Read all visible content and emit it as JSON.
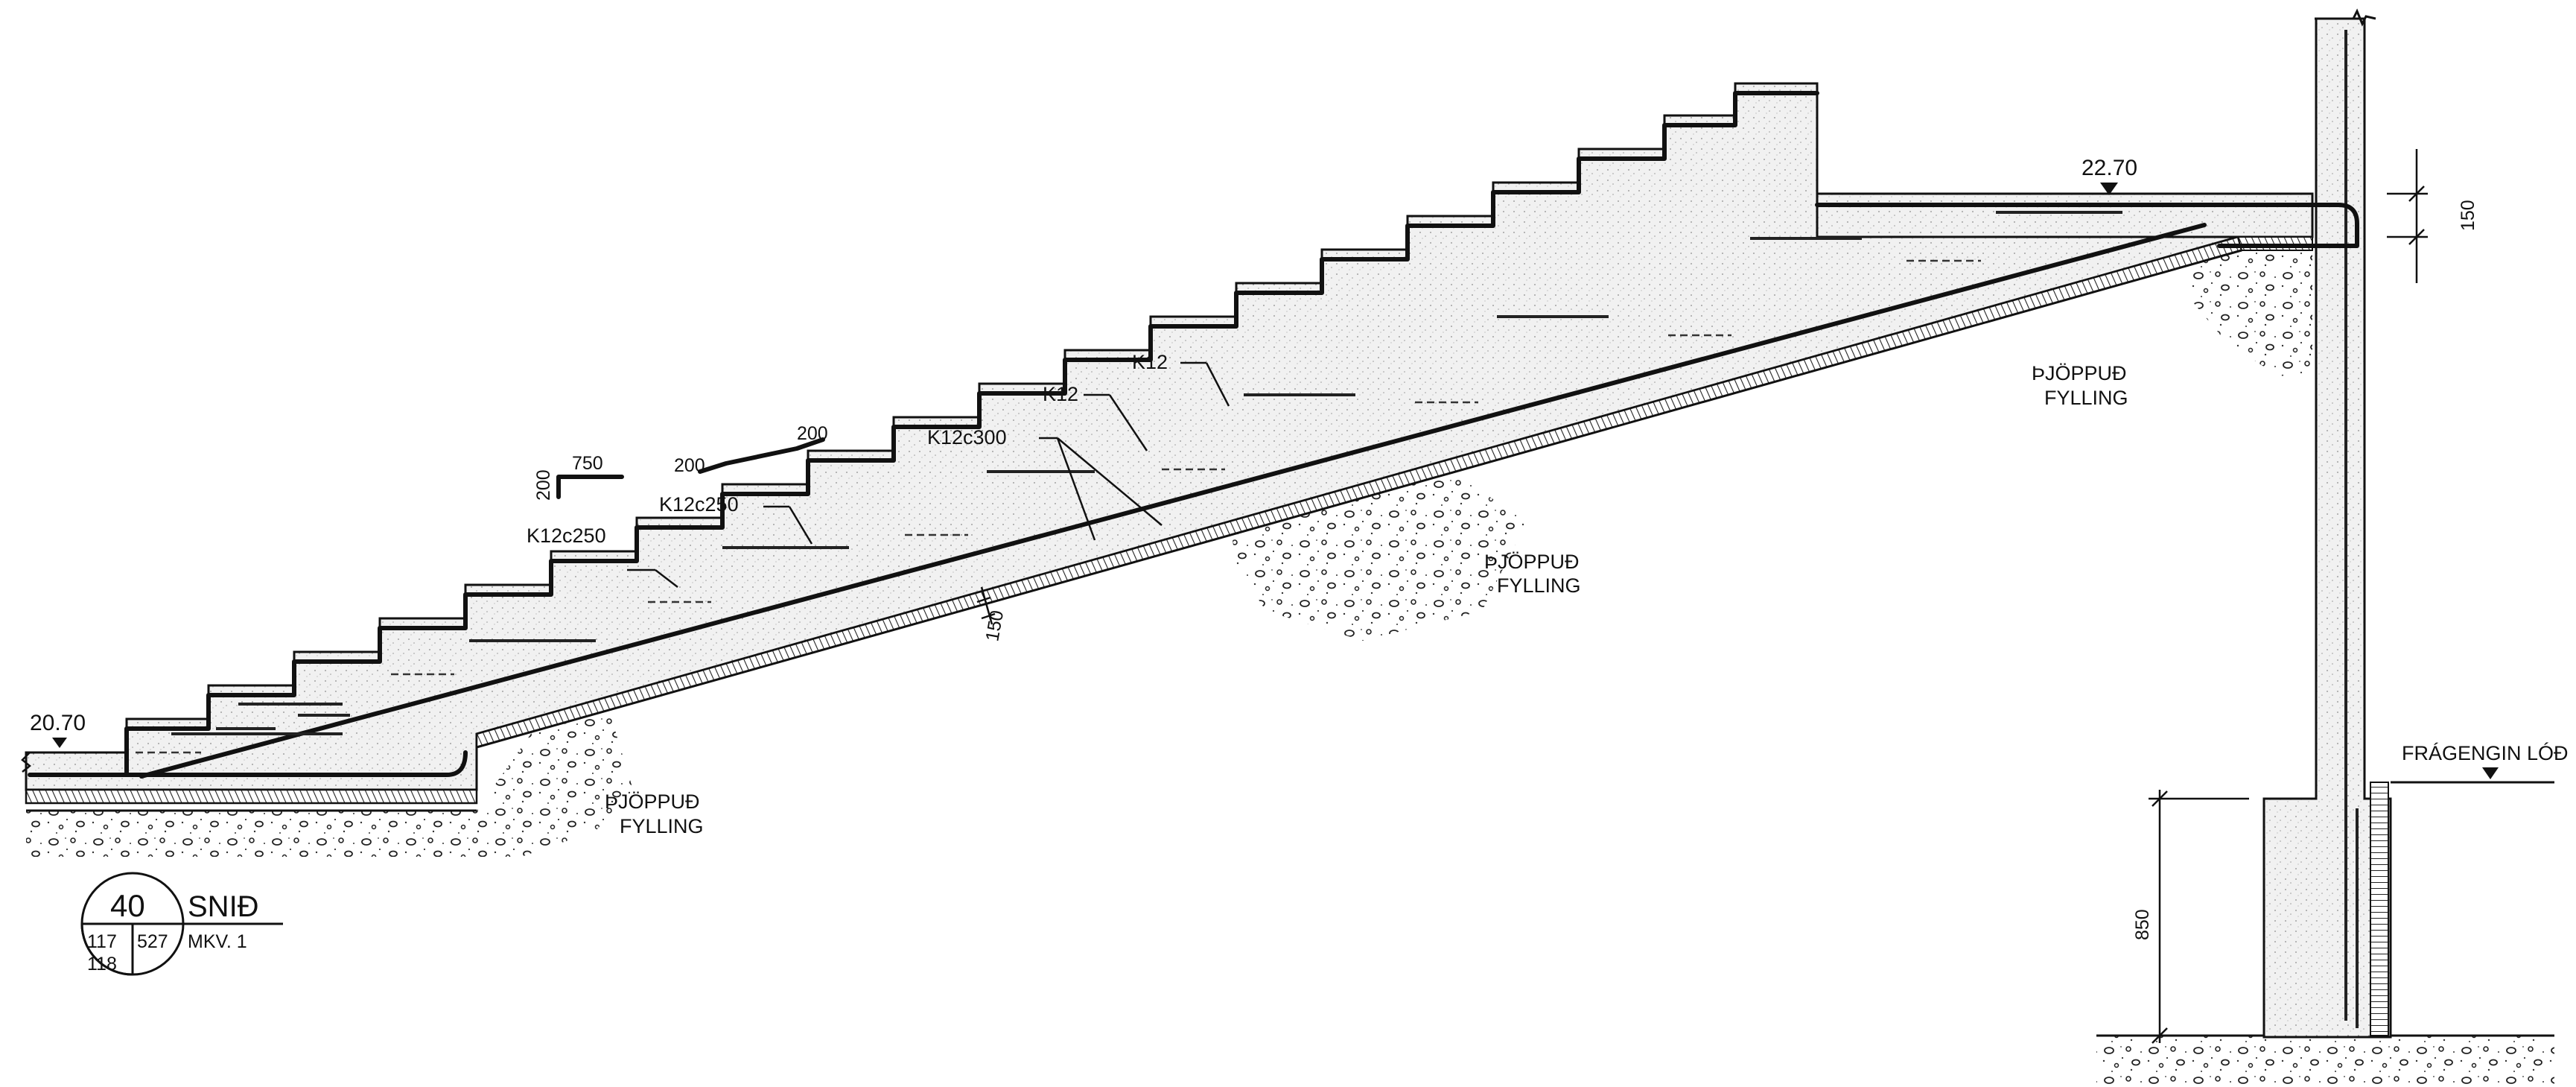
{
  "labels": {
    "level_left": "20.70",
    "level_top": "22.70",
    "fill_left_1": "ÞJÖPPUÐ",
    "fill_left_2": "FYLLING",
    "fill_mid_1": "ÞJÖPPUÐ",
    "fill_mid_2": "FYLLING",
    "fill_right_1": "ÞJÖPPUÐ",
    "fill_right_2": "FYLLING",
    "ground_finished": "FRÁGENGIN LÓÐ",
    "rebar_k12c250_a": "K12c250",
    "rebar_k12c250_b": "K12c250",
    "rebar_k12c300": "K12c300",
    "rebar_k12_a": "K12",
    "rebar_k12_b": "K12",
    "bend_a_1": "200",
    "bend_a_2": "750",
    "bend_b_1": "200",
    "bend_b_2": "200",
    "dim_slab": "150",
    "dim_top": "150",
    "dim_footing": "850"
  },
  "title_block": {
    "section_number": "40",
    "title": "SNIÐ",
    "scale": "MKV. 1",
    "ref_left_1": "117",
    "ref_left_2": "118",
    "ref_right": "527"
  }
}
